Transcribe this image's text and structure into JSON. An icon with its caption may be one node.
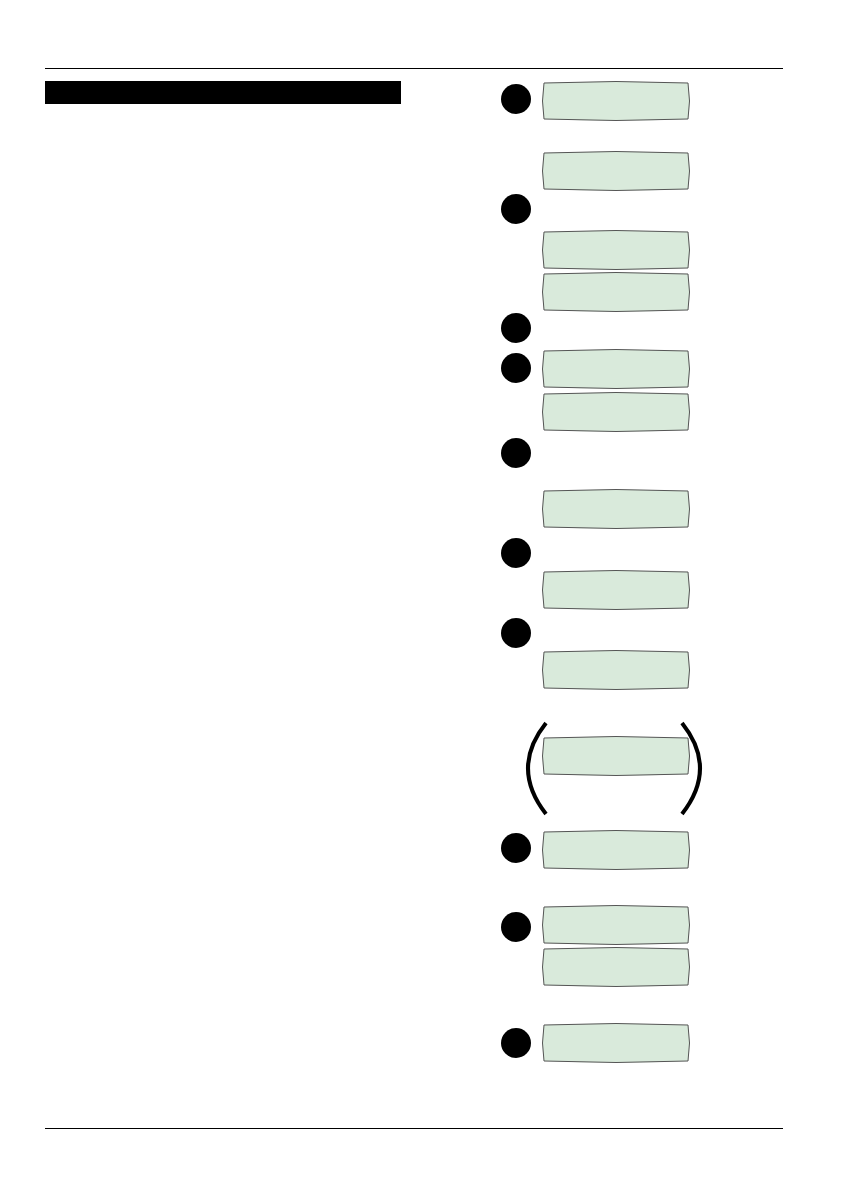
{
  "diagram": {
    "nodes": [
      {
        "text": [],
        "shape": "bar"
      },
      {
        "text": [],
        "shape": "circle"
      },
      {
        "text": [],
        "shape": "box"
      },
      {
        "text": [],
        "shape": "box"
      },
      {
        "text": [],
        "shape": "circle"
      },
      {
        "text": [],
        "shape": "box"
      },
      {
        "text": [],
        "shape": "box"
      },
      {
        "text": [],
        "shape": "circle"
      },
      {
        "text": [],
        "shape": "circle"
      },
      {
        "text": [],
        "shape": "box"
      },
      {
        "text": [],
        "shape": "box"
      },
      {
        "text": [],
        "shape": "circle"
      },
      {
        "text": [],
        "shape": "box"
      },
      {
        "text": [],
        "shape": "circle"
      },
      {
        "text": [],
        "shape": "box"
      },
      {
        "text": [],
        "shape": "circle"
      },
      {
        "text": [],
        "shape": "box"
      },
      {
        "text": [],
        "shape": "box"
      },
      {
        "text": [],
        "shape": "circle"
      },
      {
        "text": [],
        "shape": "box"
      },
      {
        "text": [],
        "shape": "circle"
      },
      {
        "text": [],
        "shape": "box"
      },
      {
        "text": [],
        "shape": "box"
      },
      {
        "text": [],
        "shape": "circle"
      },
      {
        "text": [],
        "shape": "box"
      }
    ]
  }
}
